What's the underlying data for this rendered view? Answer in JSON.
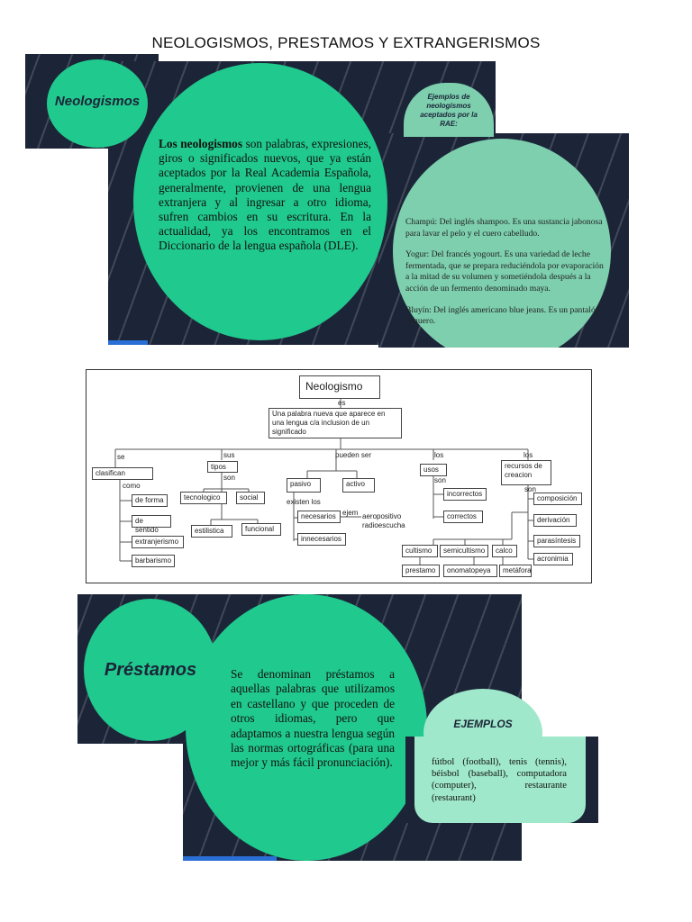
{
  "page_title": "NEOLOGISMOS, PRESTAMOS Y EXTRANGERISMOS",
  "slide1": {
    "label": "Neologismos",
    "definition_bold": "Los neologismos",
    "definition_rest": " son palabras, expresiones, giros o significados nuevos, que ya están aceptados por la Real Academia Española, generalmente, provienen de una lengua extranjera y al ingresar a otro idioma, sufren cambios en su escritura. En la actualidad, ya los encontramos en el Diccionario de la lengua española (DLE).",
    "examples_header": "Ejemplos de neologismos aceptados por la RAE:",
    "examples": [
      "Champú: Del inglés shampoo. Es una sustancia jabonosa para lavar el pelo y el cuero cabelludo.",
      "Yogur: Del francés yogourt. Es una variedad de leche fermentada, que se prepara reduciéndola por evaporación a la mitad de su volumen y sometiéndola después a la acción de un fermento denominado maya.",
      "Bluyín: Del inglés americano blue jeans. Es un pantalón vaquero."
    ]
  },
  "diagram": {
    "root": "Neologismo",
    "es": "es",
    "definition": "Una palabra nueva que aparece en una lengua c/a inclusion de un significado",
    "se": "se",
    "clasifican": "clasifican",
    "como": "como",
    "clases": [
      "de forma",
      "de sentido",
      "extranjerismo",
      "barbarismo"
    ],
    "sus": "sus",
    "tipos": "tipos",
    "son_tipos": "son",
    "tipos_items": [
      "tecnologico",
      "social",
      "estilistica",
      "funcional"
    ],
    "pueden_ser": "pueden ser",
    "pasivo": "pasivo",
    "activo": "activo",
    "existen_los": "existen los",
    "necesarios": "necesarios",
    "ejem": "ejem",
    "ejemplo_necesarios": "aeropositivo radioescucha",
    "innecesarios": "innecesarios",
    "los_usos": "los",
    "usos": "usos",
    "son_usos": "son",
    "incorrectos": "incorrectos",
    "correctos": "correctos",
    "los_recursos": "los",
    "recursos": "recursos de creacion",
    "son_recursos": "son",
    "recursos_items": [
      "composición",
      "derivación",
      "parasíntesis",
      "acronimia"
    ],
    "fila1": [
      "cultismo",
      "semicultismo",
      "calco"
    ],
    "fila2": [
      "prestamo",
      "onomatopeya",
      "metáfora"
    ]
  },
  "slide2": {
    "label": "Préstamos",
    "definition": "Se denominan préstamos a aquellas palabras que utilizamos en castellano y que proceden de otros idiomas, pero que adaptamos a nuestra lengua según las normas ortográficas (para una mejor y más fácil pronunciación).",
    "examples_header": "EJEMPLOS",
    "examples": "fútbol (football), tenis (tennis), béisbol (baseball), computadora (computer), restaurante (restaurant)"
  }
}
